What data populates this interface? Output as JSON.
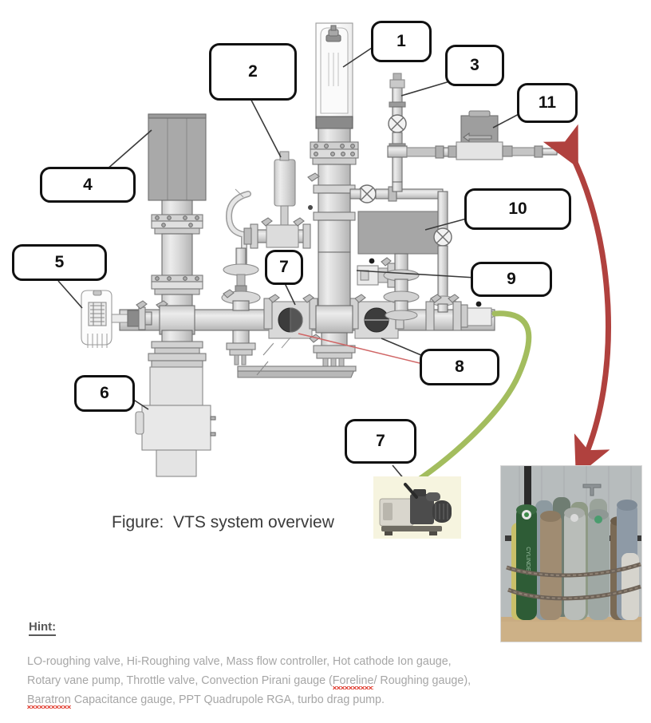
{
  "figure": {
    "caption": "Figure:  VTS system overview",
    "title_label": "VTS system overview"
  },
  "callouts": [
    {
      "id": "1",
      "label": "1",
      "target": "bell-jar-chamber"
    },
    {
      "id": "2",
      "label": "2",
      "target": "throttle-valve-actuator"
    },
    {
      "id": "3",
      "label": "3",
      "target": "upper-gas-line-valve"
    },
    {
      "id": "4",
      "label": "4",
      "target": "turbo-drag-pump"
    },
    {
      "id": "5",
      "label": "5",
      "target": "hot-cathode-ion-gauge"
    },
    {
      "id": "6",
      "label": "6",
      "target": "baratron-capacitance-gauge"
    },
    {
      "id": "7",
      "label": "7",
      "target": "lo-roughing-valve"
    },
    {
      "id": "8",
      "label": "8",
      "target": "hi-roughing-valve"
    },
    {
      "id": "9",
      "label": "9",
      "target": "convection-pirani-gauge"
    },
    {
      "id": "10",
      "label": "10",
      "target": "ppt-quadrupole-rga"
    },
    {
      "id": "11",
      "label": "11",
      "target": "mass-flow-controller"
    },
    {
      "id": "7b",
      "label": "7",
      "target": "rotary-vane-pump-photo"
    }
  ],
  "hint": {
    "title": "Hint:",
    "lines": [
      "LO-roughing valve, Hi-Roughing valve, Mass flow controller, Hot cathode Ion gauge,",
      "Rotary vane pump, Throttle valve, Convection Pirani gauge (Foreline/ Roughing gauge),",
      "Baratron Capacitance gauge, PPT Quadrupole RGA, turbo drag pump."
    ],
    "line2_parts": {
      "before": "Rotary vane pump, Throttle valve, Convection Pirani gauge (",
      "misspelled": "Foreline",
      "after": "/ Roughing gauge),"
    },
    "line3_parts": {
      "misspelled": "Baratron",
      "after": " Capacitance gauge, PPT Quadrupole RGA, turbo drag pump."
    },
    "items": [
      "LO-roughing valve",
      "Hi-Roughing valve",
      "Mass flow controller",
      "Hot cathode Ion gauge",
      "Rotary vane pump",
      "Throttle valve",
      "Convection Pirani gauge (Foreline/ Roughing gauge)",
      "Baratron Capacitance gauge",
      "PPT Quadrupole RGA",
      "turbo drag pump"
    ]
  },
  "photos": {
    "gas_cylinders": "gas-cylinder-bank-photo",
    "rotary_pump": "rotary-vane-pump-photo"
  },
  "arrows": {
    "red": {
      "name": "gas-supply-arrow",
      "color": "#b0413e",
      "style": "double-headed-curved"
    },
    "green": {
      "name": "foreline-pump-arrow",
      "color": "#a3bd5e",
      "style": "curved-line"
    },
    "leader_red": {
      "name": "callout-8-leader",
      "color": "#d06666"
    }
  },
  "colors": {
    "callout_border": "#111111",
    "callout_fill": "#ffffff",
    "pipe_light": "#d9d9d9",
    "pipe_mid": "#bfbfbf",
    "pipe_dark": "#8c8c8c",
    "rga_body": "#a6a6a6",
    "turbo_body": "#a6a6a6",
    "hint_text": "#a6a6a6",
    "hint_title": "#595959",
    "caption_text": "#3b3b3b",
    "spellcheck_underline": "#e03b2e"
  }
}
